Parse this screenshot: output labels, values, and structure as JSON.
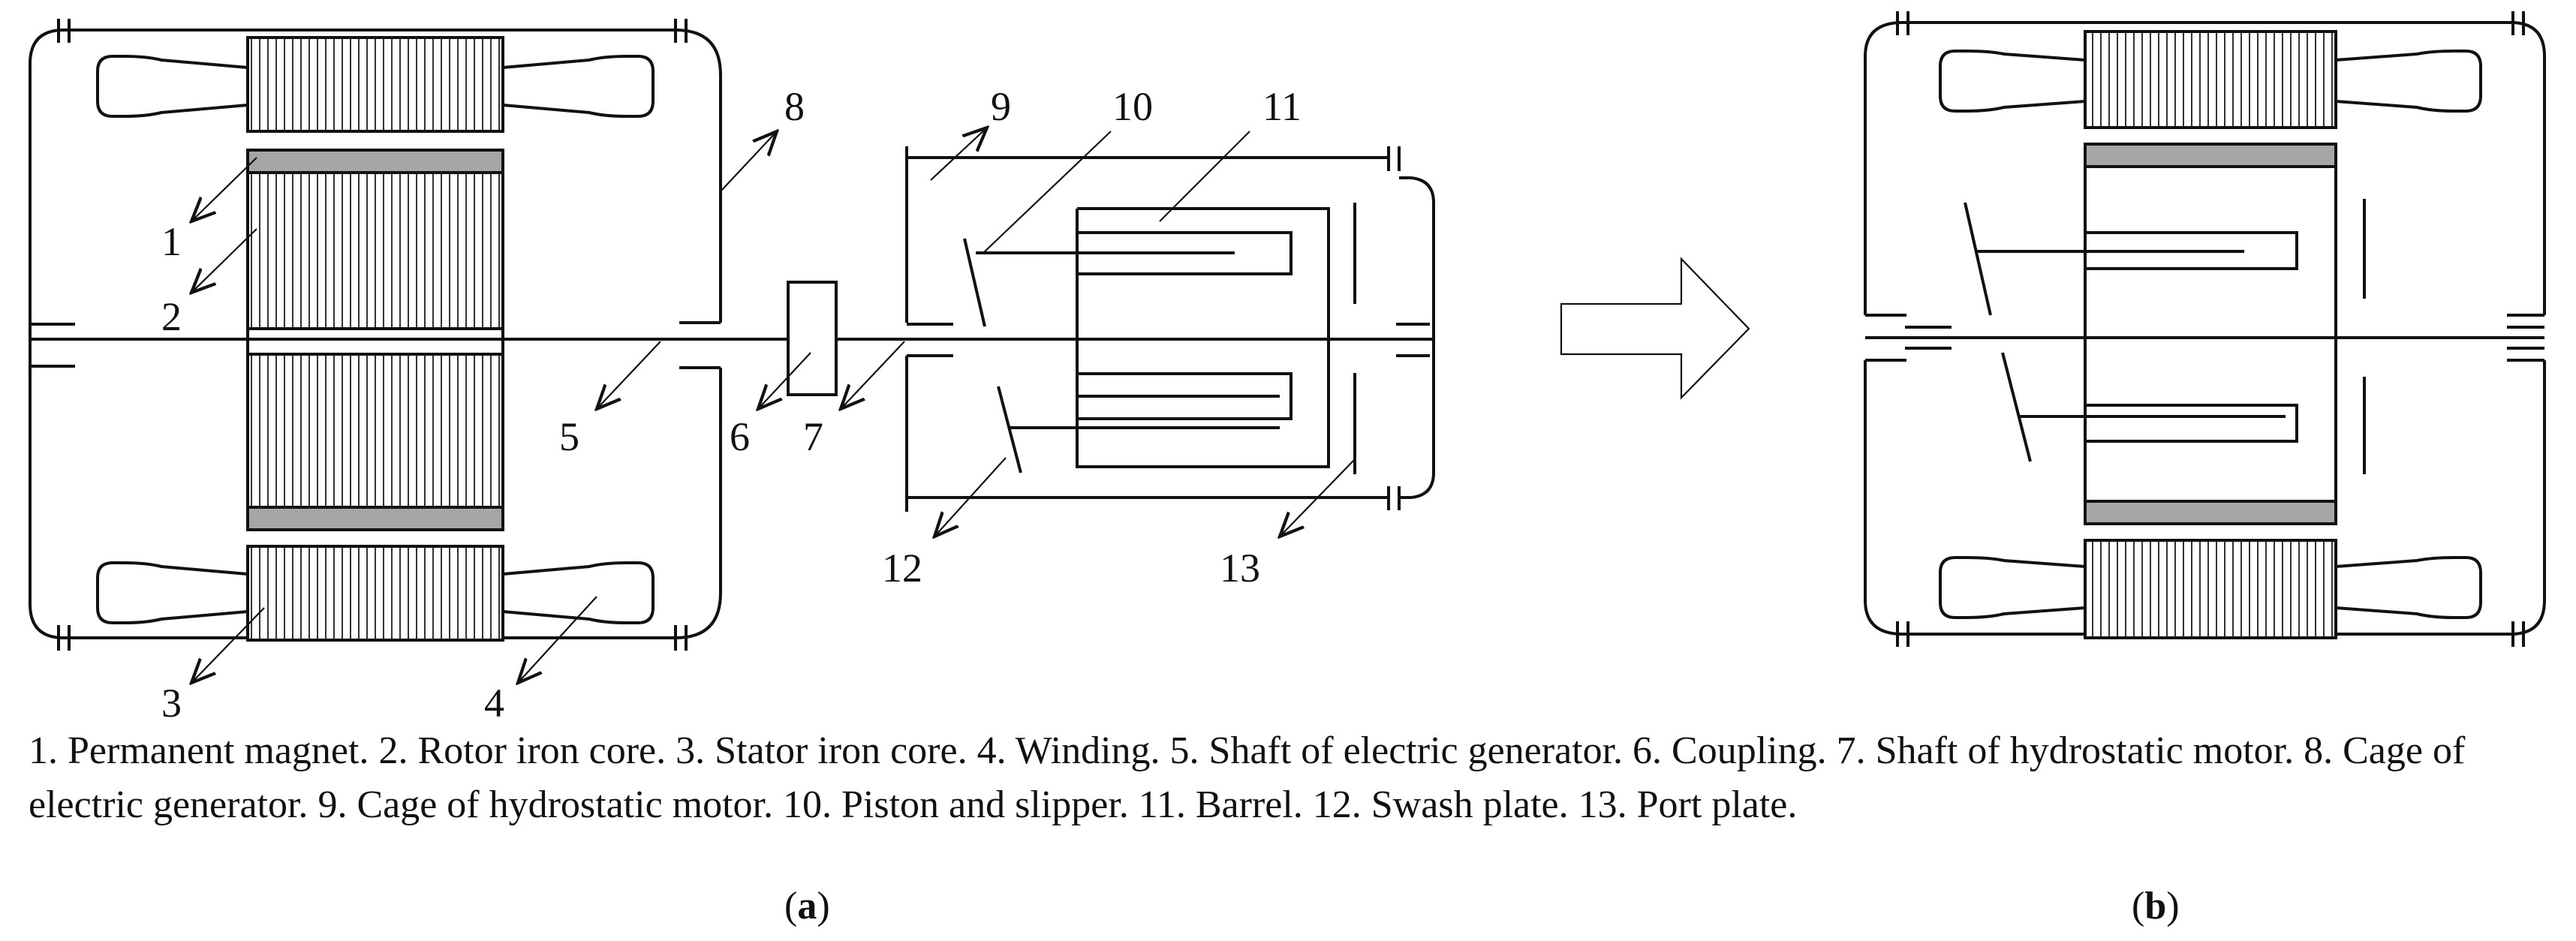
{
  "labels": {
    "n1": "1",
    "n2": "2",
    "n3": "3",
    "n4": "4",
    "n5": "5",
    "n6": "6",
    "n7": "7",
    "n8": "8",
    "n9": "9",
    "n10": "10",
    "n11": "11",
    "n12": "12",
    "n13": "13"
  },
  "caption": {
    "items": [
      "1. Permanent magnet.",
      "2. Rotor iron core.",
      "3. Stator iron core.",
      "4. Winding.",
      "5. Shaft of electric generator.",
      "6. Coupling.",
      "7. Shaft of hydrostatic motor.",
      "8. Cage of electric generator.",
      "9. Cage of hydrostatic motor.",
      "10. Piston and slipper.",
      "11. Barrel.",
      "12. Swash plate.",
      "13. Port plate."
    ]
  },
  "subfigures": {
    "a": "a",
    "b": "b"
  },
  "colors": {
    "line": "#111111",
    "magnet": "#a6a6a6",
    "background": "#ffffff"
  }
}
